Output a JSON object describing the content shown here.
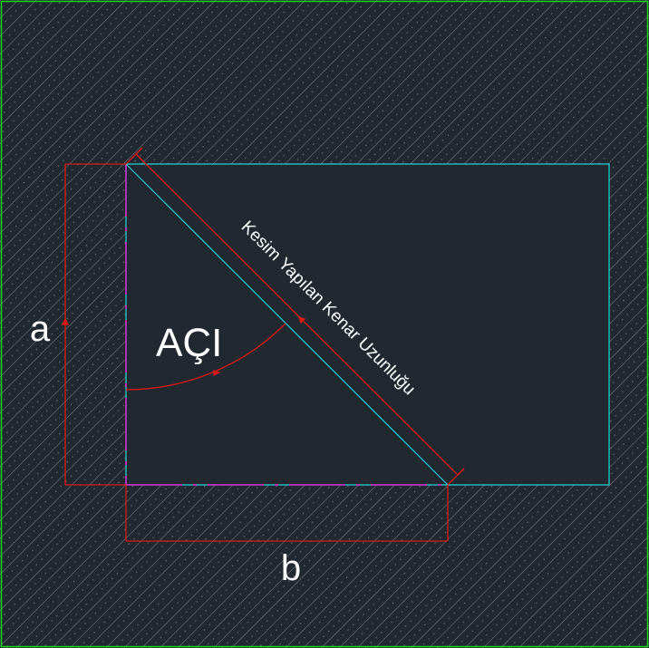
{
  "labels": {
    "side_a": "a",
    "side_b": "b",
    "angle": "AÇI",
    "cut_edge": "Kesim Yapılan Kenar Uzunluğu"
  },
  "colors": {
    "background": "#212830",
    "hatch": "#8a9098",
    "dots": "#6f767e",
    "frame": "#19d419",
    "plate": "#23d7e0",
    "dimension": "#d81a1a",
    "hidden_edge": "#d52ad5",
    "text": "#ffffff"
  }
}
